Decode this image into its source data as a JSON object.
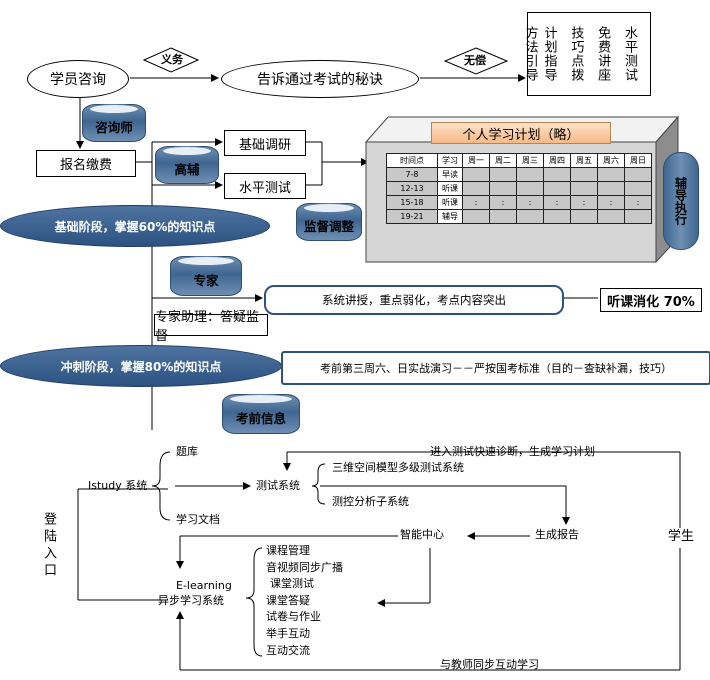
{
  "top": {
    "student_consult": "学员咨询",
    "duty": "义务",
    "tell_secret": "告诉通过考试的秘诀",
    "free": "无偿",
    "free_services": [
      "水平测试",
      "免费讲座",
      "技巧点拨",
      "计划指导",
      "方法引导"
    ],
    "consultant": "咨询师",
    "register_pay": "报名缴费",
    "tutor": "高辅",
    "basic_survey": "基础调研",
    "level_test": "水平测试",
    "supervise_adjust": "监督调整",
    "assist_exec": "辅导执行"
  },
  "plan": {
    "title": "个人学习计划（略）",
    "headers": [
      "时间点",
      "学习",
      "周一",
      "周二",
      "周三",
      "周四",
      "周五",
      "周六",
      "周日"
    ],
    "rows": [
      {
        "time": "7-8",
        "type": "早读",
        "cells": [
          "",
          "",
          "",
          "",
          "",
          "",
          ""
        ]
      },
      {
        "time": "12-13",
        "type": "听课",
        "cells": [
          "",
          "",
          "",
          "",
          "",
          "",
          ""
        ]
      },
      {
        "time": "15-18",
        "type": "听课",
        "cells": [
          ":",
          ":",
          ":",
          ":",
          ":",
          ":",
          ":"
        ]
      },
      {
        "time": "19-21",
        "type": "辅导",
        "cells": [
          "",
          "",
          "",
          "",
          "",
          "",
          ""
        ]
      }
    ]
  },
  "middle": {
    "phase_basic": "基础阶段，掌握60%的知识点",
    "expert": "专家",
    "expert_lecture": "系统讲授，重点弱化，考点内容突出",
    "listen_digest": "听课消化 70%",
    "expert_assist": "专家助理：答疑监督",
    "phase_sprint": "冲刺阶段，掌握80%的知识点",
    "pre_exam_drill": "考前第三周六、日实战演习－－严按国考标准（目的－查缺补漏，技巧）",
    "pre_exam_info": "考前信息"
  },
  "bottom": {
    "login": "登陆入口",
    "istudy": "Istudy 系统",
    "question_bank": "题库",
    "study_docs": "学习文档",
    "test_system": "测试系统",
    "model_3d": "三维空间模型多级测试系统",
    "analysis_sub": "测控分析子系统",
    "quick_diag": "进入测试快速诊断，生成学习计划",
    "student": "学生",
    "smart_center": "智能中心",
    "gen_report": "生成报告",
    "elearning": "E-learning",
    "async_system": "异步学习系统",
    "modules": [
      "课程管理",
      "音视频同步广播",
      "课堂测试",
      "课堂答疑",
      "试卷与作业",
      "举手互动",
      "互动交流"
    ],
    "sync_teacher": "与教师同步互动学习"
  }
}
